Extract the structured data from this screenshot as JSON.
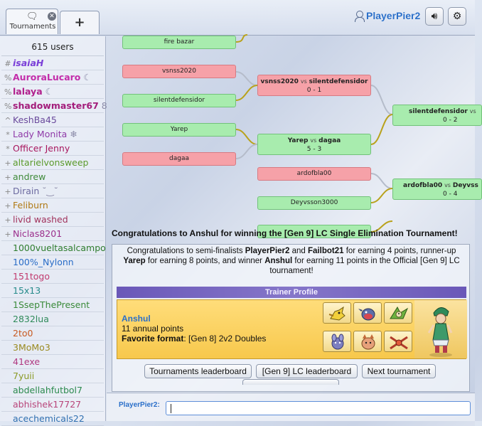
{
  "header": {
    "tabs": [
      {
        "label": "Tournaments",
        "icon": "chat-icon",
        "closable": true,
        "active": true
      },
      {
        "label": "+",
        "icon": "plus-icon"
      }
    ],
    "username": "PlayerPier2",
    "buttons": [
      "sound-icon",
      "gear-icon"
    ]
  },
  "sidebar": {
    "user_count": "615 users",
    "users": [
      {
        "rank": "#",
        "name": "isaiaH",
        "color": "#7a3fd8",
        "bold": true,
        "italic": true
      },
      {
        "rank": "%",
        "name": "AuroraLucaro",
        "suffix": " ☾",
        "color": "#c32daa",
        "bold": true
      },
      {
        "rank": "%",
        "name": "lalaya",
        "suffix": " ☾",
        "color": "#b1208c",
        "bold": true
      },
      {
        "rank": "%",
        "name": "shadowmaster67",
        "suffix": " 8 ",
        "color": "#a31d7b",
        "bold": true
      },
      {
        "rank": "^",
        "name": "KeshBa45",
        "color": "#6a4a9c"
      },
      {
        "rank": "*",
        "name": "Lady Monita",
        "suffix": " ❄",
        "color": "#8f3aa8"
      },
      {
        "rank": "*",
        "name": "Officer Jenny",
        "color": "#a8165d"
      },
      {
        "rank": "+",
        "name": "altarielvonsweep",
        "color": "#5b9a2b"
      },
      {
        "rank": "+",
        "name": "andrew",
        "color": "#3f8a3a"
      },
      {
        "rank": "+",
        "name": "Dirain",
        "suffix": " ˘‿˘",
        "color": "#6c6aa0"
      },
      {
        "rank": "+",
        "name": "Feliburn",
        "color": "#b07a15"
      },
      {
        "rank": "+",
        "name": "livid washed",
        "color": "#a1325c"
      },
      {
        "rank": "+",
        "name": "Niclas8201",
        "color": "#9b2f8c"
      },
      {
        "rank": "",
        "name": "1000vueltasalcampo",
        "color": "#2f7d2f"
      },
      {
        "rank": "",
        "name": "100%_Nylonn",
        "color": "#2a6dc7"
      },
      {
        "rank": "",
        "name": "151togo",
        "color": "#c13a6e"
      },
      {
        "rank": "",
        "name": "15x13",
        "color": "#258a8a"
      },
      {
        "rank": "",
        "name": "1SsepThePresent",
        "color": "#3a8a3a"
      },
      {
        "rank": "",
        "name": "2832lua",
        "color": "#2f8a5a"
      },
      {
        "rank": "",
        "name": "2to0",
        "color": "#c85a22"
      },
      {
        "rank": "",
        "name": "3MoMo3",
        "color": "#9a8a20"
      },
      {
        "rank": "",
        "name": "41exe",
        "color": "#b03880"
      },
      {
        "rank": "",
        "name": "7yuii",
        "color": "#8a9a25"
      },
      {
        "rank": "",
        "name": "abdellahfutbol7",
        "color": "#2c8a4e"
      },
      {
        "rank": "",
        "name": "abhishek17727",
        "color": "#b8457a"
      },
      {
        "rank": "",
        "name": "acechemicals22",
        "color": "#2f6fb0"
      }
    ]
  },
  "bracket": {
    "players": {
      "fire_bazar": "fire bazar",
      "vsnss2020": "vsnss2020",
      "silentdefensidor": "silentdefensidor",
      "yarep": "Yarep",
      "dagaa": "dagaa",
      "ardofbla00": "ardofbla00",
      "deyvsson3000": "Deyvsson3000"
    },
    "matches": {
      "m1": {
        "p1": "vsnss2020",
        "p2": "silentdefensidor",
        "score": "0 - 1",
        "vs": "vs"
      },
      "m2": {
        "p1": "Yarep",
        "p2": "dagaa",
        "score": "5 - 3",
        "vs": "vs"
      },
      "m3": {
        "p1": "silentdefensidor",
        "p2": "vs",
        "score": "0 - 2",
        "vs": ""
      },
      "m4": {
        "p1": "ardofbla00",
        "p2": "Deyvss",
        "score": "0 - 4",
        "vs": "vs"
      }
    }
  },
  "congrats": {
    "title": "Congratulations to Anshul for winning the [Gen 9] LC Single Elimination Tournament!",
    "line_1": "Congratulations to semi-finalists ",
    "semi_1": "PlayerPier2",
    "and": " and ",
    "semi_2": "Failbot21",
    "line_2": " for earning 4 points, runner-up ",
    "runner_up": "Yarep",
    "line_3": " for earning 8 points, and winner ",
    "winner": "Anshul",
    "line_4": " for earning 11 points in the Official [Gen 9] LC tournament!"
  },
  "trainer_profile": {
    "header": "Trainer Profile",
    "name": "Anshul",
    "points": "11 annual points",
    "fav_label": "Favorite format",
    "fav_value": ": [Gen 8] 2v2 Doubles",
    "team_icons": [
      "pikachu-like-icon",
      "bird-icon",
      "grass-bird-icon",
      "purple-mon-icon",
      "pink-mon-icon",
      "bug-icon"
    ]
  },
  "actions": {
    "leaderboard": "Tournaments leaderboard",
    "lc_leaderboard": "[Gen 9] LC leaderboard",
    "next": "Next tournament"
  },
  "chat": {
    "name_label": "PlayerPier2:",
    "value": ""
  },
  "colors": {
    "win_node": "#a8ecae",
    "lose_node": "#f6a1a8",
    "connector": "#b9a21c",
    "profile_header": "#6a58b8",
    "profile_body": "#f7c84c",
    "username": "#2a6fc9"
  }
}
